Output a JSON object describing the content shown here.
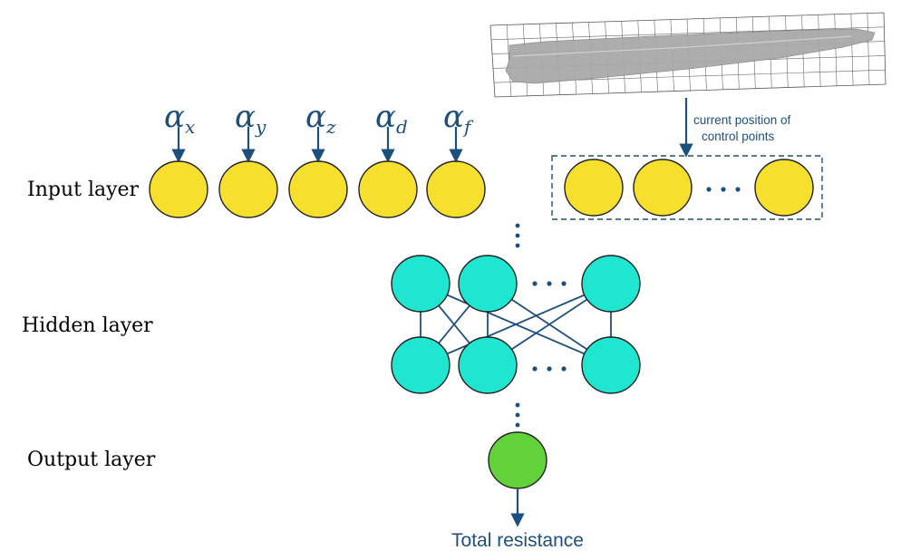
{
  "layers": {
    "input": "Input layer",
    "hidden": "Hidden layer",
    "output": "Output layer"
  },
  "inputs": [
    {
      "symbol": "α",
      "sub": "x"
    },
    {
      "symbol": "α",
      "sub": "y"
    },
    {
      "symbol": "α",
      "sub": "z"
    },
    {
      "symbol": "α",
      "sub": "d"
    },
    {
      "symbol": "α",
      "sub": "f"
    }
  ],
  "control_points_caption": [
    "current position of",
    "control points"
  ],
  "output_label": "Total resistance",
  "colors": {
    "input_node": "#f7df2e",
    "hidden_node": "#1ee6d0",
    "output_node": "#62d23b",
    "accent": "#1d4f7c",
    "hull": "#a9a9a9"
  },
  "icons": {
    "hull": "ship-hull-ffd-lattice-icon"
  }
}
